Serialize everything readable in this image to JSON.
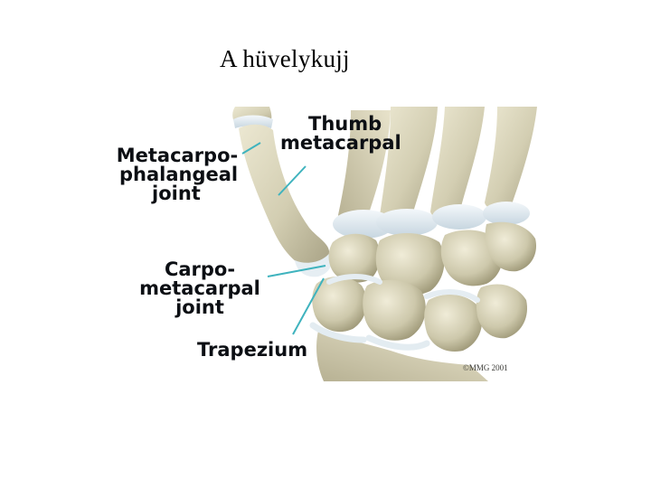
{
  "slide": {
    "title": "A hüvelykujj"
  },
  "figure": {
    "labels": {
      "thumb_metacarpal": [
        "Thumb",
        "metacarpal"
      ],
      "mcp_joint": [
        "Metacarpo-",
        "phalangeal",
        "joint"
      ],
      "cmc_joint": [
        "Carpo-",
        "metacarpal",
        "joint"
      ],
      "trapezium": "Trapezium"
    },
    "copyright": "©MMG 2001",
    "colors": {
      "bone": "#d6d1b6",
      "bone_shadow": "#a39d80",
      "cartilage": "#e4edf2",
      "leader": "#3fb3be",
      "background": "#ffffff"
    }
  }
}
